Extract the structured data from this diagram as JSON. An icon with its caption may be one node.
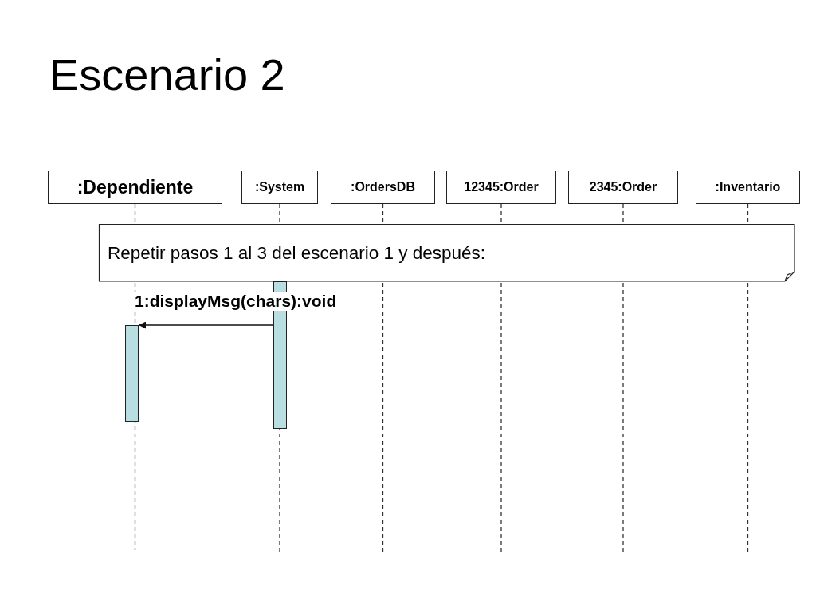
{
  "diagram": {
    "title": "Escenario 2",
    "nodes": [
      {
        "text": [
          ":Dependiente"
        ]
      },
      {
        "text": [
          ":System"
        ]
      },
      {
        "text": [
          ":OrdersDB"
        ]
      },
      {
        "text": [
          "12345:Order"
        ]
      },
      {
        "text": [
          "2345:Order"
        ]
      },
      {
        "text": [
          ":Inventario"
        ]
      },
      {
        "text": [
          "Repetir pasos 1 al 3 del escenario 1 y después:"
        ]
      },
      {
        "text": [],
        "shape": "bar"
      },
      {
        "text": [],
        "shape": "bar"
      }
    ],
    "edges": [
      {
        "from": 8,
        "to": 7,
        "arrow": "to",
        "label": "1:displayMsg(chars):void"
      }
    ]
  }
}
